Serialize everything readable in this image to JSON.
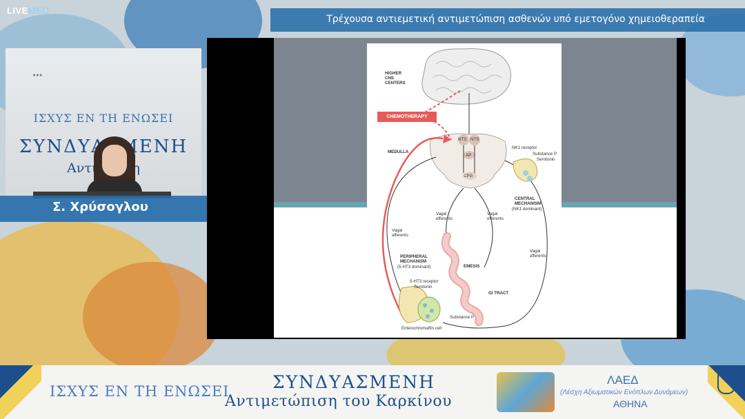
{
  "brand": {
    "live": "LIVE",
    "med": "MED"
  },
  "header": {
    "title": "Τρέχουσα αντιεμετική αντιμετώπιση ασθενών υπό εμετογόνο χημειοθεραπεία"
  },
  "speaker": {
    "name": "Σ. Χρύσογλου",
    "backdrop_line1": "ΙΣΧΥΣ ΕΝ ΤΗ ΕΝΩΣΕΙ",
    "backdrop_line2": "ΣΥΝΔΥΑΣΜΕΝΗ",
    "backdrop_line3": "Αντιμ      πιση"
  },
  "figure": {
    "labels": {
      "higher_cns": "HIGHER\nCNS\nCENTERS",
      "chemotherapy": "CHEMOTHERAPY",
      "medulla": "MEDULLA",
      "nts_left": "NTS",
      "nts_right": "NTS",
      "ap": "AP",
      "cpg": "CPG",
      "nk1_receptor": "NK1 receptor",
      "substance_p_top": "Substance P",
      "serotonin_top": "Serotonin",
      "central_mechanism": "CENTRAL\nMECHANISM",
      "nk1_dominant": "(NK1 dominant)",
      "vagal_efferents_left": "Vagal\nefferents",
      "vagal_efferents_right": "Vagal\nefferents",
      "vagal_afferents_left": "Vagal\nafferents",
      "vagal_afferents_right": "Vagal\nafferents",
      "peripheral_mechanism": "PERIPHERAL\nMECHANISM",
      "ht3_dominant": "(5-HT3 dominant)",
      "emesis": "EMESIS",
      "ht3_receptor": "5-HT3 receptor",
      "serotonin_bottom": "Serotonin",
      "gi_tract": "GI TRACT",
      "substance_p_bottom": "Substance P",
      "enterochromaffin": "Enterochromaffin cell"
    }
  },
  "footer": {
    "slogan": "ΙΣΧΥΣ ΕΝ ΤΗ ΕΝΩΣΕΙ",
    "title1": "ΣΥΝΔΥΑΣΜΕΝΗ",
    "title2": "Αντιμετώπιση του Καρκίνου",
    "org": "ΛΑΕΔ",
    "org_sub": "(Λέσχη Αξιωματικών Ενόπλων Δυνάμεων)",
    "city": "ΑΘΗΝΑ"
  },
  "colors": {
    "accent_blue": "#286eaa",
    "chemo_red": "#e85a5a",
    "footer_blue": "#1e4f8c"
  }
}
